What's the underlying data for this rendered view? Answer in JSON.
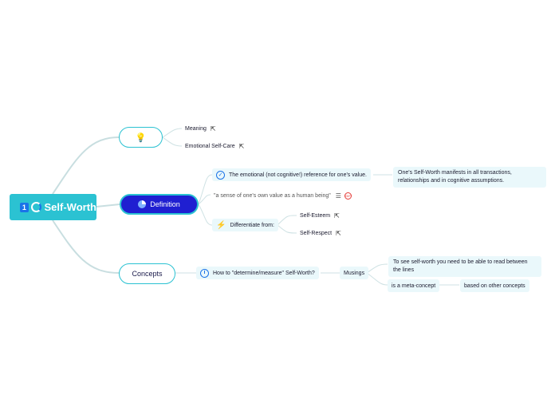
{
  "root": {
    "number": "1",
    "title": "Self-Worth"
  },
  "branches": {
    "ideas": {
      "icon": "lightbulb-icon",
      "children": [
        {
          "label": "Meaning",
          "icon": "link-icon"
        },
        {
          "label": "Emotional Self-Care",
          "icon": "link-icon"
        }
      ]
    },
    "definition": {
      "label": "Definition",
      "icon": "pie-icon",
      "reference": "The emotional (not cognitive!) reference for one's value.",
      "reference_note": "One's Self-Worth manifests in all transactions, relationships and in cognitive assumptions.",
      "quote": "\"a sense of one's own value as a human being\"",
      "differentiate": "Differentiate from:",
      "differentiate_items": [
        {
          "label": "Self-Esteem",
          "icon": "link-icon"
        },
        {
          "label": "Self-Respect",
          "icon": "link-icon"
        }
      ]
    },
    "concepts": {
      "label": "Concepts",
      "question": "How to \"determine/measure\" Self-Worth?",
      "musings": "Musings",
      "musing_items": [
        "To see self-worth you need to be able to read between the lines",
        "is a meta-concept"
      ],
      "meta_note": "based on other concepts"
    }
  },
  "colors": {
    "accent": "#2bc2d2",
    "definition_fill": "#1f1fd1",
    "link": "#c8dee0"
  }
}
